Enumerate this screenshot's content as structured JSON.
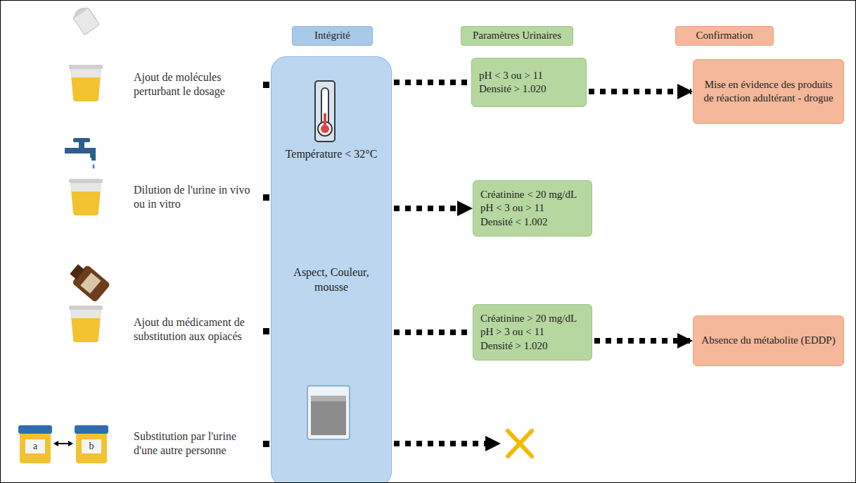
{
  "diagram": {
    "nodes": [
      {
        "text": [
          "Intégrité"
        ]
      },
      {
        "text": [
          "Paramètres Urinaires"
        ]
      },
      {
        "text": [
          "Confirmation"
        ]
      },
      {
        "text": [
          "Température < 32°C",
          "Aspect, Couleur, mousse"
        ]
      },
      {
        "text": [
          "pH < 3 ou > 11",
          "Densité > 1.020"
        ]
      },
      {
        "text": [
          "Mise en évidence des produits de réaction adultérant - drogue"
        ]
      },
      {
        "text": [
          "Créatinine < 20 mg/dL",
          "pH < 3 ou > 11",
          "Densité < 1.002"
        ]
      },
      {
        "text": [
          "Créatinine > 20 mg/dL",
          "pH > 3 ou < 11",
          "Densité > 1.020"
        ]
      },
      {
        "text": [
          "Absence du métabolite (EDDP)"
        ]
      }
    ],
    "edges": [
      {
        "from": 3,
        "to": 4,
        "arrow": "none"
      },
      {
        "from": 4,
        "to": 5,
        "arrow": "to"
      },
      {
        "from": 3,
        "to": 6,
        "arrow": "to"
      },
      {
        "from": 3,
        "to": 7,
        "arrow": "none"
      },
      {
        "from": 7,
        "to": 8,
        "arrow": "to"
      }
    ],
    "labels": [
      "Ajout de molécules perturbant le dosage",
      "Dilution de l'urine in vivo ou in vitro",
      "Ajout du médicament de substitution aux opiacés",
      "Substitution par l'urine d'une autre personne",
      "a",
      "b"
    ]
  }
}
